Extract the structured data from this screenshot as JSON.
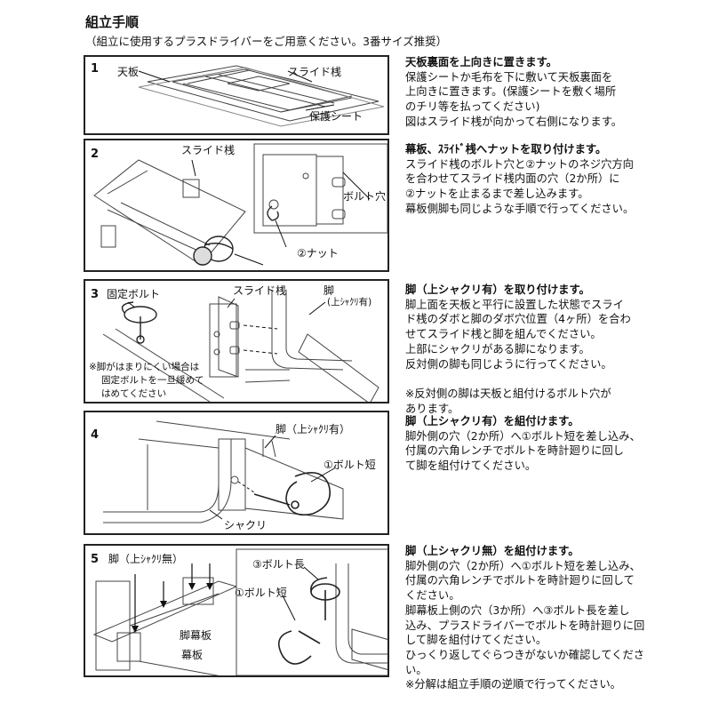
{
  "header": {
    "title": "組立手順",
    "subtitle": "（組立に使用するプラスドライバーをご用意ください。3番サイズ推奨）"
  },
  "steps": [
    {
      "num": "1",
      "labels": {
        "tenban": "天板",
        "slide": "スライド桟",
        "sheet": "保護シート"
      },
      "desc": [
        "天板裏面を上向きに置きます。",
        "保護シートか毛布を下に敷いて天板裏面を",
        "上向きに置きます。(保護シートを敷く場所",
        "のチリ等を払ってください)",
        "図はスライド桟が向かって右側になります。"
      ]
    },
    {
      "num": "2",
      "labels": {
        "slide": "スライド桟",
        "bolthole": "ボルト穴",
        "nut": "②ナット"
      },
      "desc": [
        "幕板、ｽﾗｲﾄﾞ桟へナットを取り付けます。",
        "スライド桟のボルト穴と②ナットのネジ穴方向",
        "を合わせてスライド桟内面の穴（2か所）に",
        "②ナットを止まるまで差し込みます。",
        "幕板側脚も同じような手順で行ってください。"
      ]
    },
    {
      "num": "3",
      "labels": {
        "fixbolt": "固定ボルト",
        "slide": "スライド桟",
        "leg": "脚",
        "leg_sub": "(上ｼｬｸﾘ有)",
        "note1": "※脚がはまりにくい場合は",
        "note2": "固定ボルトを一旦緩めて",
        "note3": "はめてください"
      },
      "desc": [
        "脚（上シャクリ有）を取り付けます。",
        "脚上面を天板と平行に設置した状態でスライ",
        "ド桟のダボと脚のダボ穴位置（4ヶ所）を合わ",
        "せてスライド桟と脚を組んでください。",
        "上部にシャクリがある脚になります。",
        "反対側の脚も同じように行ってください。",
        "",
        "※反対側の脚は天板と組付けるボルト穴が",
        "あります。"
      ]
    },
    {
      "num": "4",
      "labels": {
        "leg": "脚（上ｼｬｸﾘ有）",
        "bolt": "①ボルト短",
        "shakuri": "シャクリ"
      },
      "desc": [
        "脚（上シャクリ有）を組付けます。",
        "脚外側の穴（2か所）へ①ボルト短を差し込み、",
        "付属の六角レンチでボルトを時計廻りに回し",
        "て脚を組付けてください。"
      ]
    },
    {
      "num": "5",
      "labels": {
        "leg": "脚（上ｼｬｸﾘ無）",
        "makuita_leg": "脚幕板",
        "makuita": "幕板",
        "bolt_long": "③ボルト長",
        "bolt_short": "①ボルト短"
      },
      "desc": [
        "脚（上シャクリ無）を組付けます。",
        "脚外側の穴（2か所）へ①ボルト短を差し込み、",
        "付属の六角レンチでボルトを時計廻りに回して",
        "ください。",
        "脚幕板上側の穴（3か所）へ③ボルト長を差し",
        "込み、プラスドライバーでボルトを時計廻りに回",
        "して脚を組付けてください。",
        "ひっくり返してぐらつきがないか確認してくださ",
        "い。",
        "※分解は組立手順の逆順で行ってください。"
      ]
    }
  ]
}
